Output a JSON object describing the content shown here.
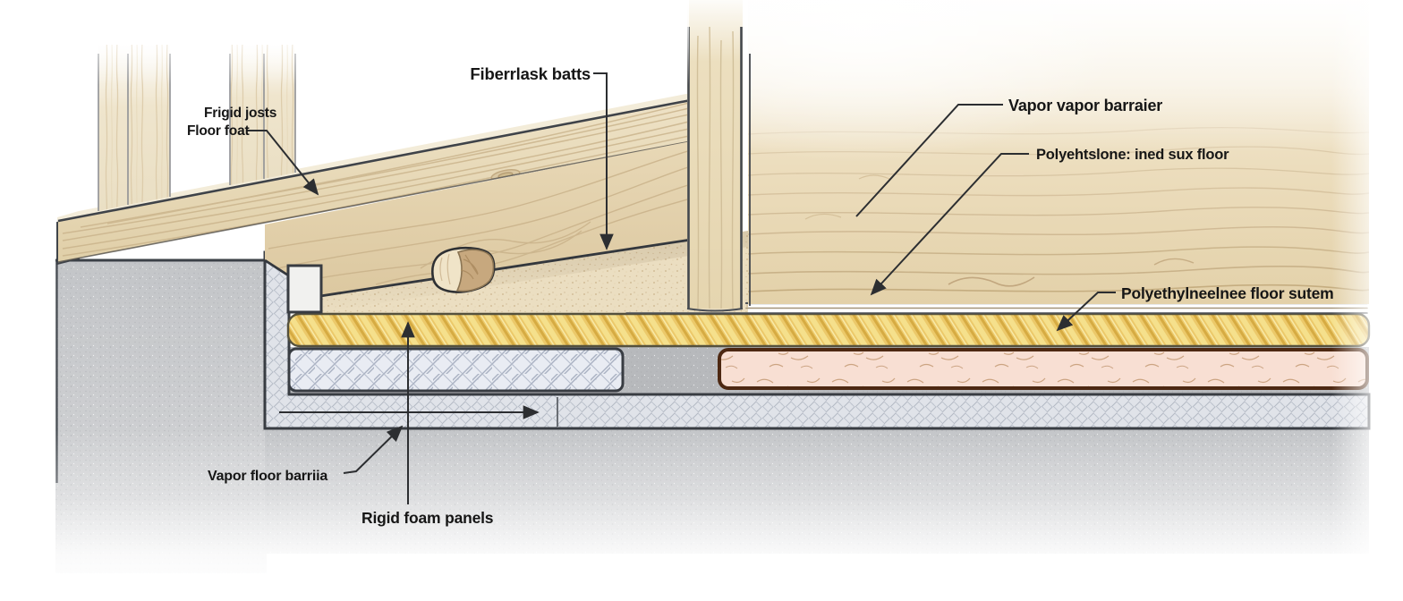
{
  "diagram": {
    "type": "construction-cross-section",
    "description": "Floor insulation assembly cross-section diagram",
    "labels": [
      {
        "id": "fiberglass-batts",
        "text": "Fiberrlask batts"
      },
      {
        "id": "rigid-joists",
        "text": "Frigid josts"
      },
      {
        "id": "floor-float",
        "text": "Floor foat"
      },
      {
        "id": "vapor-barrier",
        "text": "Vapor vapor barraier"
      },
      {
        "id": "poly-subfloor",
        "text": "Polyehtslone: ined sux floor"
      },
      {
        "id": "poly-floor-system",
        "text": "Polyethylneelnee floor sutem"
      },
      {
        "id": "vapor-floor-barrier",
        "text": "Vapor floor barriia"
      },
      {
        "id": "rigid-foam-panels",
        "text": "Rigid foam panels"
      }
    ],
    "colors": {
      "wood": "#e8d9b8",
      "wood_grain": "#c9b28a",
      "concrete": "#c8cacd",
      "fiberglass_yellow": "#edcb6b",
      "foam_pink": "#f8dfd3",
      "foam_pink_outline": "#4d2812",
      "foam_gray": "#e7eaf2",
      "sand_infill": "#ebdec1",
      "outline": "#33373d",
      "leader": "#2c2e31"
    }
  }
}
